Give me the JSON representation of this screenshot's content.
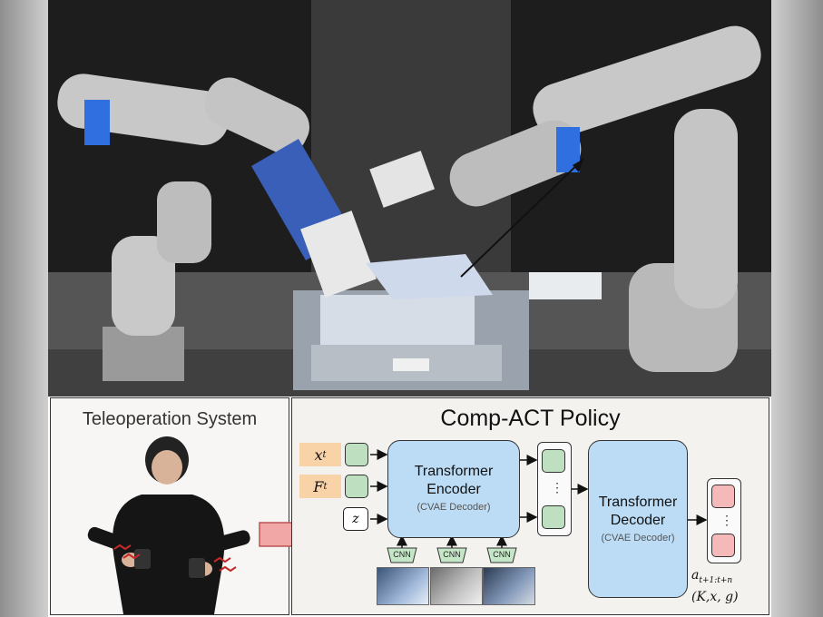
{
  "teleoperation": {
    "title": "Teleoperation System"
  },
  "policy": {
    "title": "Comp-ACT Policy",
    "inputs": {
      "x": "x",
      "x_sub": "t",
      "f": "F",
      "f_sub": "t",
      "z": "z"
    },
    "encoder": {
      "line1": "Transformer",
      "line2": "Encoder",
      "sub": "(CVAE Decoder)"
    },
    "decoder": {
      "line1": "Transformer",
      "line2": "Decoder",
      "sub": "(CVAE Decoder)"
    },
    "cnn_label": "CNN",
    "dots": "⋮",
    "output": {
      "line1": "a",
      "line1_sub": "t+1:t+n",
      "line2": "(K,x, g)"
    }
  },
  "colors": {
    "input_fill": "#f8d3a8",
    "token_green": "#bfe0c0",
    "transformer_blue": "#bcdcf5",
    "output_pink": "#f5b9b9",
    "teleop_arrow": "#f2a7a7",
    "robot_accent_blue": "#2f6fe0"
  }
}
